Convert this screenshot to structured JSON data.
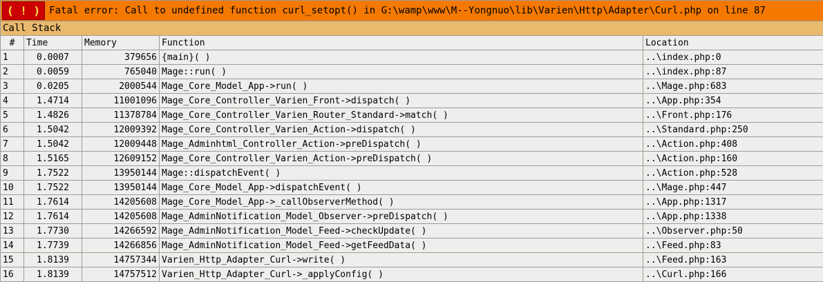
{
  "error": {
    "badge": "( ! )",
    "message": "Fatal error: Call to undefined function curl_setopt() in G:\\wamp\\www\\M--Yongnuo\\lib\\Varien\\Http\\Adapter\\Curl.php on line 87"
  },
  "stack": {
    "title": "Call Stack",
    "columns": [
      "#",
      "Time",
      "Memory",
      "Function",
      "Location"
    ],
    "rows": [
      {
        "n": "1",
        "time": "0.0007",
        "memory": "379656",
        "func": "{main}( )",
        "loc": "..\\index.php:0"
      },
      {
        "n": "2",
        "time": "0.0059",
        "memory": "765040",
        "func": "Mage::run( )",
        "loc": "..\\index.php:87"
      },
      {
        "n": "3",
        "time": "0.0205",
        "memory": "2000544",
        "func": "Mage_Core_Model_App->run( )",
        "loc": "..\\Mage.php:683"
      },
      {
        "n": "4",
        "time": "1.4714",
        "memory": "11001096",
        "func": "Mage_Core_Controller_Varien_Front->dispatch( )",
        "loc": "..\\App.php:354"
      },
      {
        "n": "5",
        "time": "1.4826",
        "memory": "11378784",
        "func": "Mage_Core_Controller_Varien_Router_Standard->match( )",
        "loc": "..\\Front.php:176"
      },
      {
        "n": "6",
        "time": "1.5042",
        "memory": "12009392",
        "func": "Mage_Core_Controller_Varien_Action->dispatch( )",
        "loc": "..\\Standard.php:250"
      },
      {
        "n": "7",
        "time": "1.5042",
        "memory": "12009448",
        "func": "Mage_Adminhtml_Controller_Action->preDispatch( )",
        "loc": "..\\Action.php:408"
      },
      {
        "n": "8",
        "time": "1.5165",
        "memory": "12609152",
        "func": "Mage_Core_Controller_Varien_Action->preDispatch( )",
        "loc": "..\\Action.php:160"
      },
      {
        "n": "9",
        "time": "1.7522",
        "memory": "13950144",
        "func": "Mage::dispatchEvent( )",
        "loc": "..\\Action.php:528"
      },
      {
        "n": "10",
        "time": "1.7522",
        "memory": "13950144",
        "func": "Mage_Core_Model_App->dispatchEvent( )",
        "loc": "..\\Mage.php:447"
      },
      {
        "n": "11",
        "time": "1.7614",
        "memory": "14205608",
        "func": "Mage_Core_Model_App->_callObserverMethod( )",
        "loc": "..\\App.php:1317"
      },
      {
        "n": "12",
        "time": "1.7614",
        "memory": "14205608",
        "func": "Mage_AdminNotification_Model_Observer->preDispatch( )",
        "loc": "..\\App.php:1338"
      },
      {
        "n": "13",
        "time": "1.7730",
        "memory": "14266592",
        "func": "Mage_AdminNotification_Model_Feed->checkUpdate( )",
        "loc": "..\\Observer.php:50"
      },
      {
        "n": "14",
        "time": "1.7739",
        "memory": "14266856",
        "func": "Mage_AdminNotification_Model_Feed->getFeedData( )",
        "loc": "..\\Feed.php:83"
      },
      {
        "n": "15",
        "time": "1.8139",
        "memory": "14757344",
        "func": "Varien_Http_Adapter_Curl->write( )",
        "loc": "..\\Feed.php:163"
      },
      {
        "n": "16",
        "time": "1.8139",
        "memory": "14757512",
        "func": "Varien_Http_Adapter_Curl->_applyConfig( )",
        "loc": "..\\Curl.php:166"
      }
    ]
  },
  "colors": {
    "error_bg": "#f57900",
    "badge_bg": "#cc0000",
    "stack_header_bg": "#e9b96e",
    "row_bg": "#eeeeec"
  }
}
